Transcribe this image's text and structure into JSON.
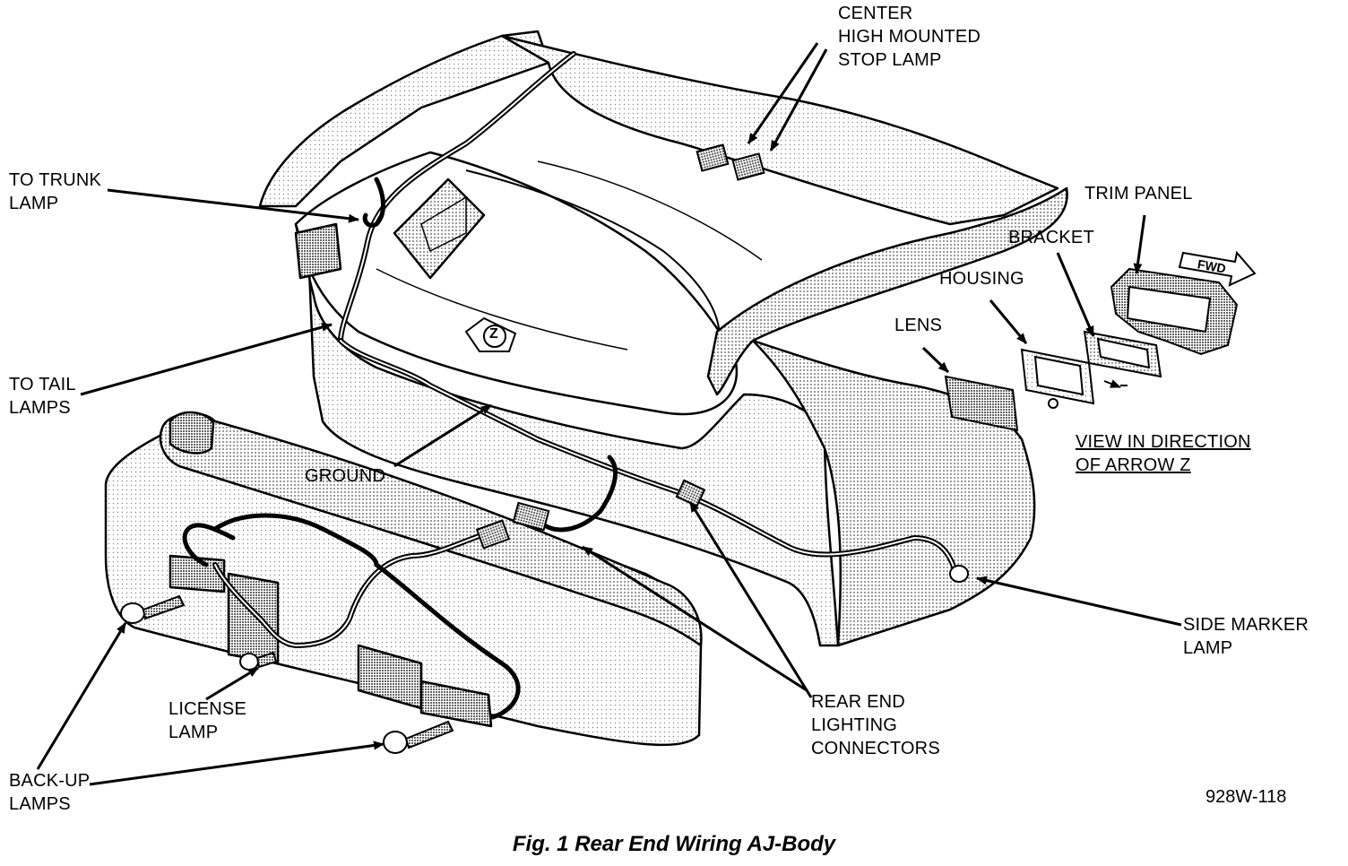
{
  "labels": {
    "center_stop_lamp": [
      "CENTER",
      "HIGH MOUNTED",
      "STOP LAMP"
    ],
    "trunk_lamp": [
      "TO TRUNK",
      "LAMP"
    ],
    "trim_panel": [
      "TRIM PANEL"
    ],
    "bracket": [
      "BRACKET"
    ],
    "housing": [
      "HOUSING"
    ],
    "lens": [
      "LENS"
    ],
    "tail_lamps": [
      "TO TAIL",
      "LAMPS"
    ],
    "ground": [
      "GROUND"
    ],
    "view_z": [
      "VIEW IN DIRECTION",
      "OF ARROW Z"
    ],
    "side_marker": [
      "SIDE MARKER",
      "LAMP"
    ],
    "license_lamp": [
      "LICENSE",
      "LAMP"
    ],
    "rear_connectors": [
      "REAR END",
      "LIGHTING",
      "CONNECTORS"
    ],
    "backup_lamps": [
      "BACK-UP",
      "LAMPS"
    ],
    "fwd": "FWD",
    "arrow_z": "Z"
  },
  "figure_number": "928W-118",
  "caption": "Fig. 1 Rear End Wiring AJ-Body"
}
